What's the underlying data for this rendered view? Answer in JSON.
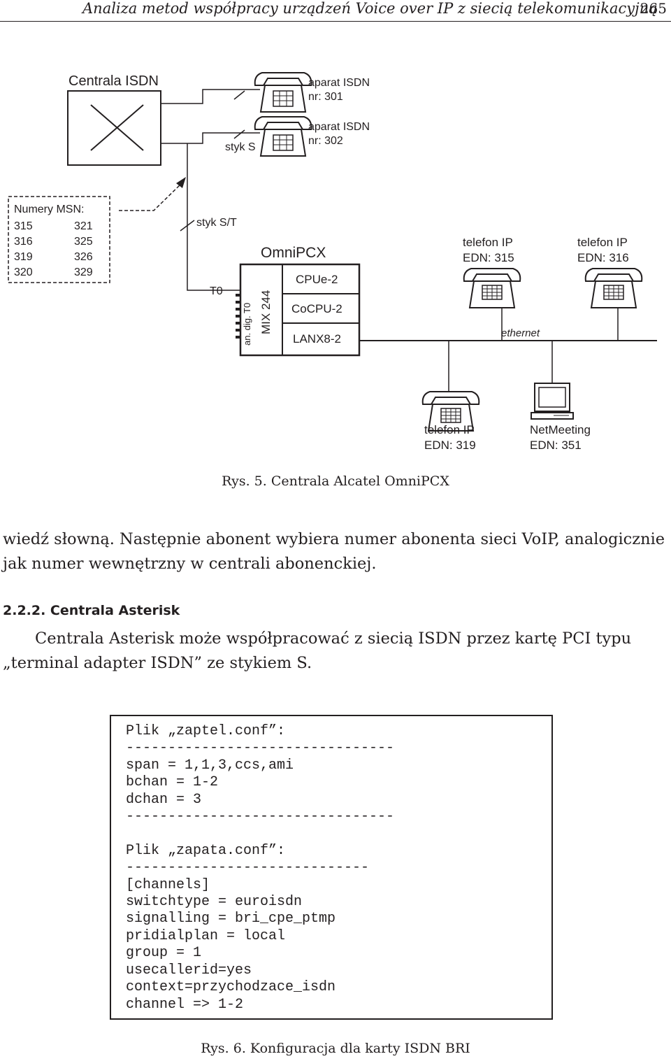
{
  "header": {
    "running_title": "Analiza metod współpracy urządzeń Voice over IP z siecią telekomunikacyjną",
    "page_number": "265"
  },
  "figure5": {
    "central_isdn_label": "Centrala ISDN",
    "phone_301": {
      "line1": "aparat ISDN",
      "line2": "nr: 301"
    },
    "phone_302": {
      "line1": "aparat ISDN",
      "line2": "nr: 302"
    },
    "styk_s": "styk S",
    "msn_title": "Numery MSN:",
    "msn_rows": [
      [
        "315",
        "321"
      ],
      [
        "316",
        "325"
      ],
      [
        "319",
        "326"
      ],
      [
        "320",
        "329"
      ]
    ],
    "styk_st": "styk S/T",
    "t0_label": "T0",
    "omnipcx": "OmniPCX",
    "module_vertical_1": "an.  dig.  T0",
    "module_vertical_2": "MIX 244",
    "modules": [
      "CPUe-2",
      "CoCPU-2",
      "LANX8-2"
    ],
    "ethernet": "ethernet",
    "ip_phone_315": {
      "line1": "telefon IP",
      "line2": "EDN: 315"
    },
    "ip_phone_316": {
      "line1": "telefon IP",
      "line2": "EDN: 316"
    },
    "ip_phone_319": {
      "line1": "telefon IP",
      "line2": "EDN: 319"
    },
    "netmeeting": {
      "line1": "NetMeeting",
      "line2": "EDN: 351"
    },
    "caption": "Rys. 5. Centrala Alcatel OmniPCX"
  },
  "body": {
    "paragraph1": "wiedź słowną. Następnie abonent wybiera numer abonenta sieci VoIP, analogicznie jak numer wewnętrzny w centrali abonenckiej.",
    "section_heading": "2.2.2. Centrala Asterisk",
    "section_paragraph": "Centrala Asterisk może współpracować z siecią ISDN przez kartę PCI typu „terminal adapter ISDN” ze stykiem S."
  },
  "figure6": {
    "code": "Plik „zaptel.conf”:\n--------------------------------\nspan = 1,1,3,ccs,ami\nbchan = 1-2\ndchan = 3\n--------------------------------\n\nPlik „zapata.conf”:\n-----------------------------\n[channels]\nswitchtype = euroisdn\nsignalling = bri_cpe_ptmp\npridialplan = local\ngroup = 1\nusecallerid=yes\ncontext=przychodzace_isdn\nchannel => 1-2",
    "caption": "Rys. 6. Konfiguracja dla karty ISDN BRI"
  }
}
